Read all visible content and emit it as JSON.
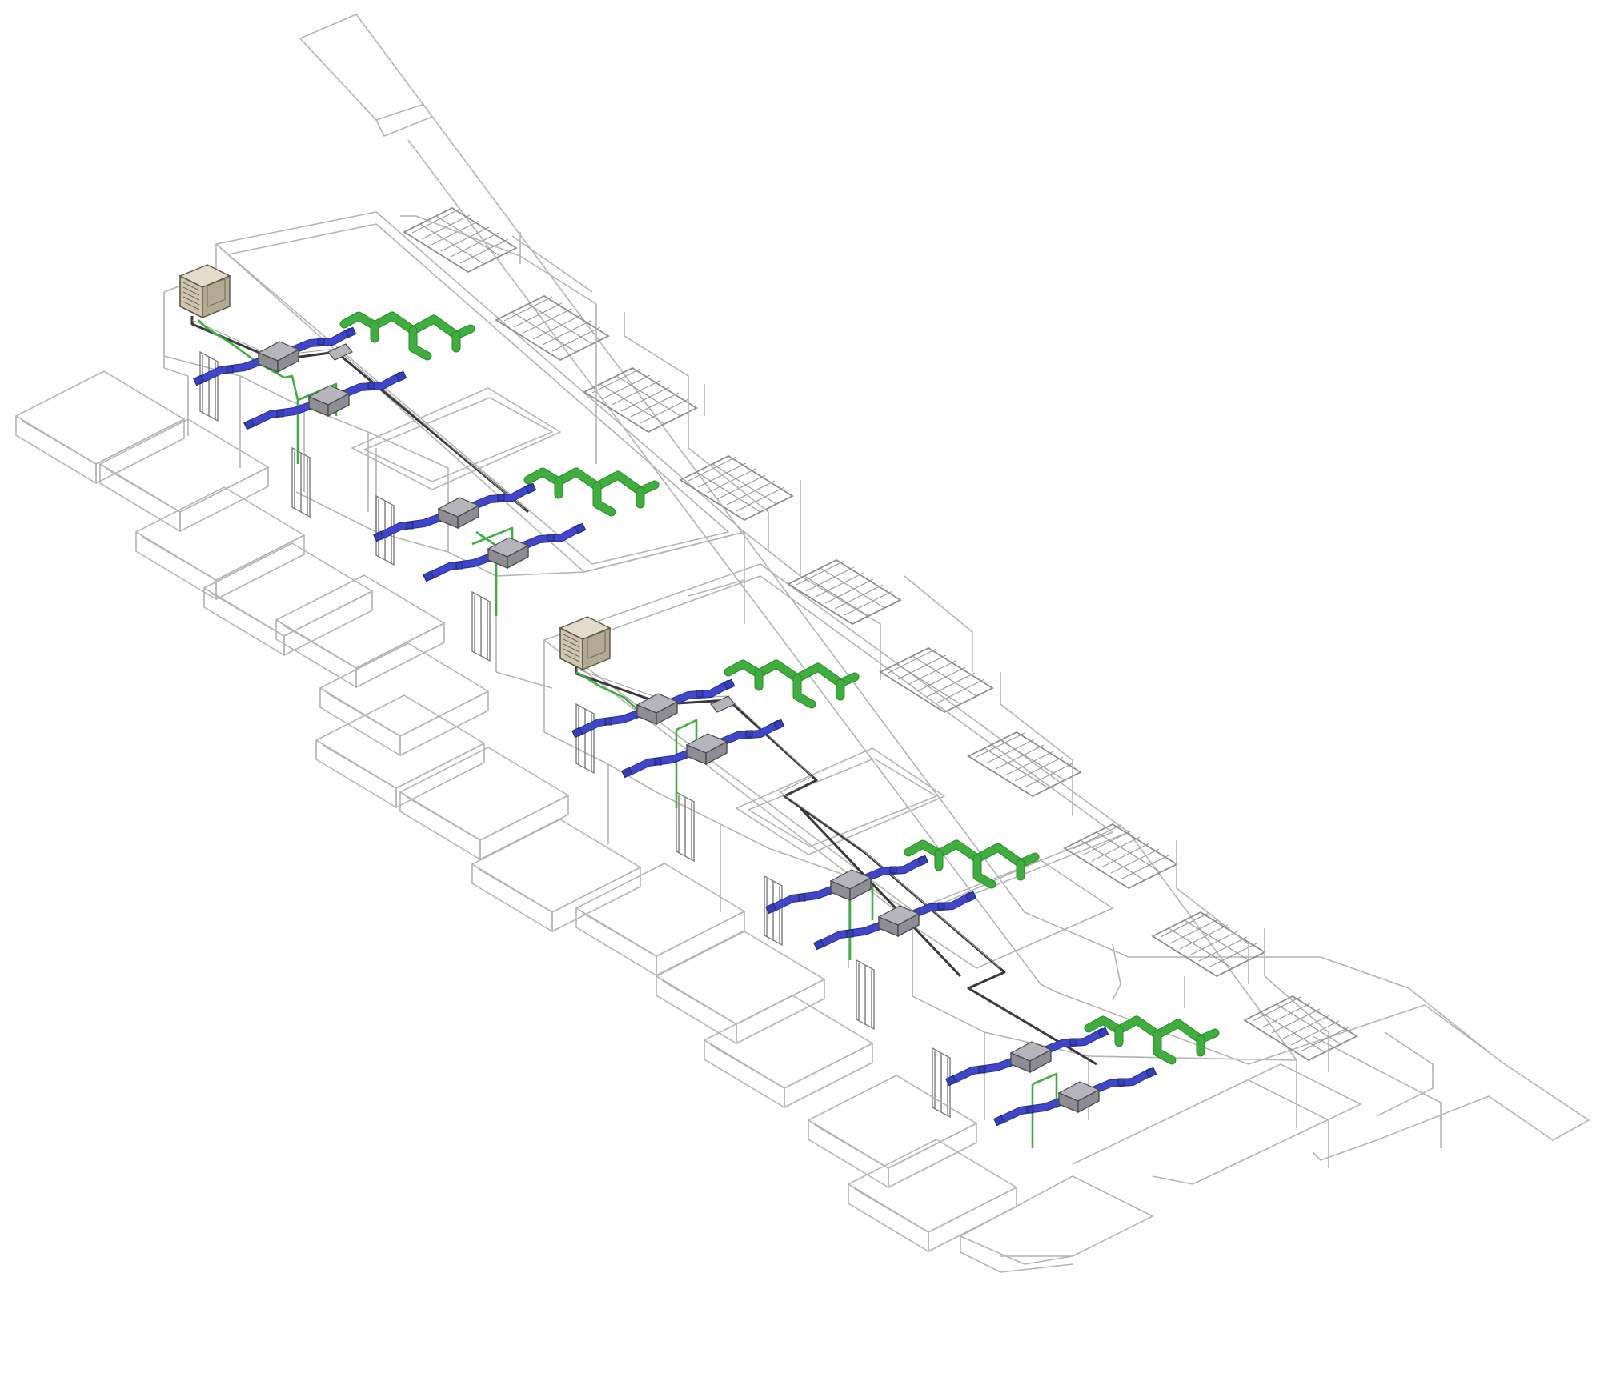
{
  "diagram": {
    "legend": [],
    "colors": {
      "background": "#ffffff",
      "building_outline": "#b4b4b4",
      "refrigerant_pipe": "#3a3a3a",
      "ventilation_duct": "#3fae3f",
      "fan_coil_duct": "#3f46c9",
      "outdoor_unit": "#cfc6b0",
      "indoor_unit": "#8d8d93"
    },
    "icons": {
      "outdoor_unit": "condenser-icon",
      "indoor_unit": "fan-coil-icon",
      "vent_branch": "duct-branch-icon"
    },
    "blocks": [
      {
        "id": "block-upper",
        "outdoor_units": 1,
        "indoor_units": 4,
        "vent_branches": 2
      },
      {
        "id": "block-lower",
        "outdoor_units": 1,
        "indoor_units": 6,
        "vent_branches": 3
      }
    ]
  }
}
